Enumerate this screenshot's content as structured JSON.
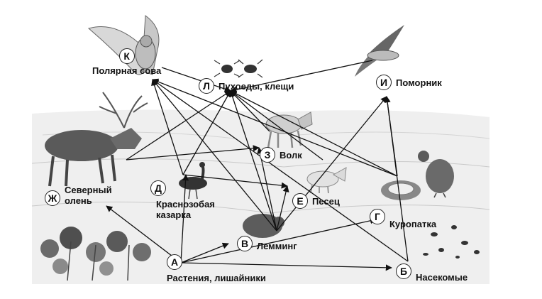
{
  "nodes": {
    "A": {
      "letter": "А",
      "label": "Растения, лишайники"
    },
    "B": {
      "letter": "Б",
      "label": "Насекомые"
    },
    "V": {
      "letter": "В",
      "label": "Лемминг"
    },
    "G": {
      "letter": "Г",
      "label": "Куропатка"
    },
    "D": {
      "letter": "Д",
      "label_line1": "Краснозобая",
      "label_line2": "казарка"
    },
    "E": {
      "letter": "Е",
      "label": "Песец"
    },
    "Zh": {
      "letter": "Ж",
      "label_line1": "Северный",
      "label_line2": "олень"
    },
    "Z": {
      "letter": "З",
      "label": "Волк"
    },
    "I": {
      "letter": "И",
      "label": "Поморник"
    },
    "K": {
      "letter": "К",
      "label": "Полярная сова"
    },
    "L": {
      "letter": "Л",
      "label": "Пухоеды, клещи"
    }
  },
  "edges": [
    [
      "A",
      "Zh"
    ],
    [
      "A",
      "D"
    ],
    [
      "A",
      "V"
    ],
    [
      "A",
      "G"
    ],
    [
      "A",
      "B"
    ],
    [
      "V",
      "E"
    ],
    [
      "V",
      "Z"
    ],
    [
      "V",
      "K"
    ],
    [
      "V",
      "L"
    ],
    [
      "V",
      "I"
    ],
    [
      "D",
      "K"
    ],
    [
      "D",
      "L"
    ],
    [
      "D",
      "E"
    ],
    [
      "Zh",
      "L"
    ],
    [
      "Zh",
      "Z"
    ],
    [
      "E",
      "L"
    ],
    [
      "Z",
      "L"
    ],
    [
      "K",
      "L"
    ],
    [
      "I",
      "L"
    ],
    [
      "G",
      "L"
    ],
    [
      "G",
      "I"
    ],
    [
      "G",
      "K"
    ],
    [
      "B",
      "I"
    ],
    [
      "B",
      "K"
    ]
  ]
}
